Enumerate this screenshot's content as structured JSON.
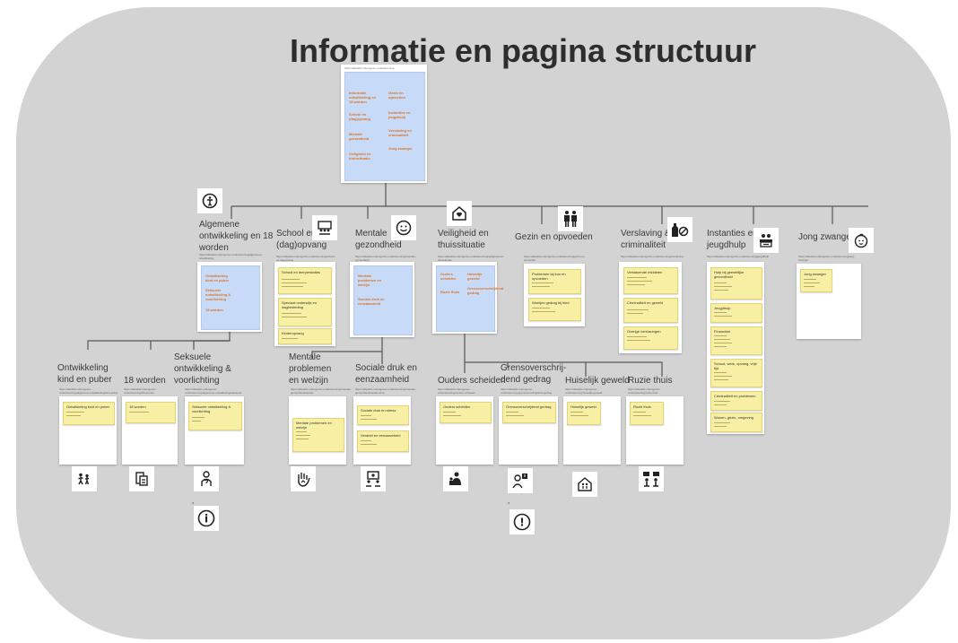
{
  "title": "Informatie en pagina structuur",
  "home": {
    "url": "https://alleskits.nl/jongeren-ondersteuning",
    "left_links": [
      "Informatie ontwikkeling en 18 worden",
      "School en (dag)opvang",
      "Mentale gezondheid",
      "Veiligheid en thuissituatie"
    ],
    "right_links": [
      "Gezin en opvoeden",
      "Instanties en jeugdhulp",
      "Verslaving en criminaliteit",
      "Jong zwanger"
    ]
  },
  "categories": [
    {
      "label": "Algemene ontwikkeling en 18 worden",
      "icon": "person-circle-icon",
      "url": "https://alleskits.nl/jongeren-ondersteuning/algemene-ontwikkeling",
      "links": [
        "Ontwikkeling kind en puber",
        "Seksuele ontwikkeling & voorlichting",
        "18 worden"
      ]
    },
    {
      "label": "School en (dag)opvang",
      "icon": "classroom-icon",
      "url": "https://alleskits.nl/jongeren-ondersteuning/school-en-dagopvang",
      "stickies": [
        "School en leerprestaties",
        "Speciaal onderwijs en dagbesteding",
        "Kinderopvang"
      ]
    },
    {
      "label": "Mentale gezondheid",
      "icon": "smiley-face-icon",
      "url": "https://alleskits.nl/jongeren-ondersteuning/mentale-gezondheid",
      "links": [
        "Mentale problemen en welzijn",
        "Sociale druk en eenzaamheid"
      ]
    },
    {
      "label": "Veiligheid en thuissituatie",
      "icon": "house-heart-icon",
      "url": "https://alleskits.nl/jongeren-ondersteuning/veiligheid-en-thuissituatie",
      "links": [
        "Ouders scheiden",
        "Huiselijk geweld",
        "Ruzie thuis",
        "Grensoverschrijdend gedrag"
      ]
    },
    {
      "label": "Gezin en opvoeden",
      "icon": "family-icon",
      "url": "https://alleskits.nl/jongeren-ondersteuning/gezin-en-opvoeden",
      "stickies": [
        "Problemen bij kun en opvoeden",
        "Weetjes gedrag bij kind"
      ]
    },
    {
      "label": "Verslaving & criminaliteit",
      "icon": "bottle-icon",
      "url": "https://alleskits.nl/jongeren-ondersteuning/verslaving",
      "stickies": [
        "Verslavende middelen",
        "Criminaliteit en geweld",
        "Overige verslavingen"
      ]
    },
    {
      "label": "Instanties en jeugdhulp",
      "icon": "helpdesk-icon",
      "url": "https://alleskits.nl/jongeren-ondersteuning/jeugdhulp",
      "stickies": [
        "Hulp bij geestelijke gezondheid",
        "Jeugdhulp",
        "Financieel",
        "School, werk, opvang, vrije tijd",
        "Criminaliteit en problemen",
        "Wonen, gezin, omgeving"
      ]
    },
    {
      "label": "Jong zwanger",
      "icon": "baby-icon",
      "url": "https://alleskits.nl/jongeren-ondersteuning/jong-zwanger",
      "stickies": [
        "Jong zwanger"
      ]
    }
  ],
  "subpages": [
    {
      "label": "Ontwikkeling kind en puber",
      "url": "https://alleskits.nl/jongeren-ondersteuning/algemene-ontwikkeling/kind-puber",
      "sticky": "Ontwikkeling kind en puber",
      "icon": "children-icon"
    },
    {
      "label": "18 worden",
      "url": "https://alleskits.nl/jongeren-ondersteuning/18-worden",
      "sticky": "18 worden",
      "icon": "id-card-icon"
    },
    {
      "label": "Seksuele ontwikkeling & voorlichting",
      "url": "https://alleskits.nl/jongeren-ondersteuning/algemene-ontwikkeling/seksuele-ontwikkeling",
      "sticky": "Seksuele ontwikkeling & voorlichting",
      "icon": "person-question-icon"
    },
    {
      "label": "Mentale problemen en welzijn",
      "url": "https://alleskits.nl/jongeren-ondersteuning/mentale-gezondheid/welzijn",
      "sticky": "Mentale problemen en welzijn",
      "icon": "hand-icon"
    },
    {
      "label": "Sociale druk en eenzaamheid",
      "url": "https://alleskits.nl/jongeren-ondersteuning/mentale-gezondheid/sociale-druk",
      "stickies": [
        "Sociale druk en stress",
        "Verdriet en eenzaamheid"
      ],
      "icon": "people-board-icon"
    },
    {
      "label": "Ouders scheiden",
      "url": "https://alleskits.nl/jongeren-ondersteuning/ouders-scheiden",
      "sticky": "Ouders scheiden",
      "icon": "parent-child-icon"
    },
    {
      "label": "Grensoverschrij-dend gedrag",
      "url": "https://alleskits.nl/jongeren-ondersteuning/grensoverschrijdend-gedrag",
      "sticky": "Grensoverschrijdend gedrag",
      "icon": "person-alert-icon"
    },
    {
      "label": "Huiselijk geweld",
      "url": "https://alleskits.nl/jongeren-ondersteuning/huiselijk-geweld",
      "sticky": "Huiselijk geweld",
      "icon": "house-conflict-icon"
    },
    {
      "label": "Ruzie thuis",
      "url": "https://alleskits.nl/jongeren-ondersteuning/ruzie-thuis",
      "sticky": "Ruzie thuis",
      "icon": "arguing-icon"
    }
  ],
  "extra_icons": {
    "info": "i",
    "alert": "!"
  },
  "colors": {
    "board": "#d3d3d3",
    "blue_panel": "#c7daf7",
    "sticky": "#f7efa3",
    "link": "#e2741e",
    "line": "#555555"
  }
}
